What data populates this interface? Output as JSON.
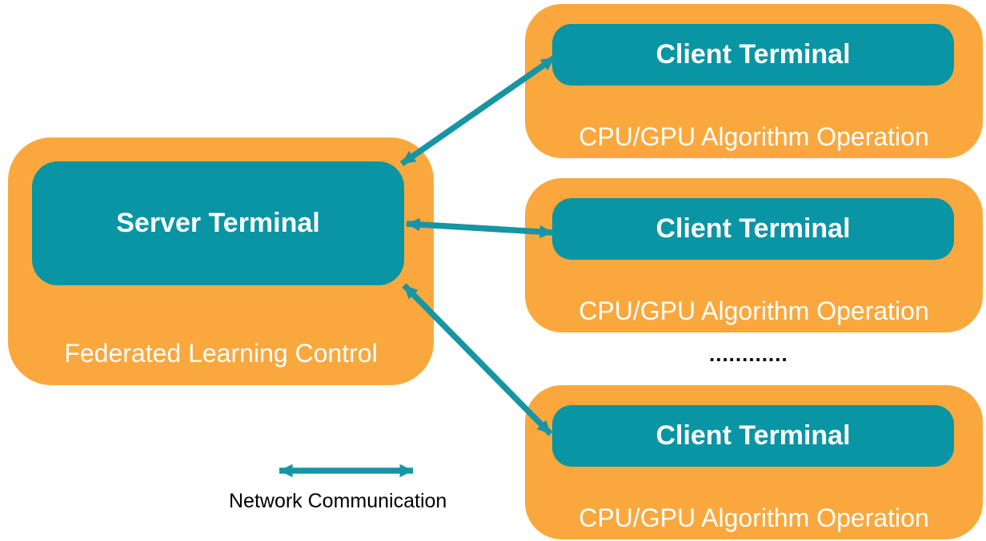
{
  "diagram": {
    "server": {
      "title": "Server Terminal",
      "label": "Federated Learning Control"
    },
    "clients": [
      {
        "title": "Client Terminal",
        "label": "CPU/GPU Algorithm Operation"
      },
      {
        "title": "Client Terminal",
        "label": "CPU/GPU Algorithm Operation"
      },
      {
        "title": "Client Terminal",
        "label": "CPU/GPU Algorithm Operation"
      }
    ],
    "ellipsis": "............",
    "legend": {
      "label": "Network Communication",
      "icon": "double-headed-arrow-icon"
    },
    "colors": {
      "orange": "#FAA83E",
      "teal": "#0995A3",
      "arrow": "#1695A4",
      "label_text": "#FFFFFF",
      "legend_text": "#000000"
    }
  }
}
